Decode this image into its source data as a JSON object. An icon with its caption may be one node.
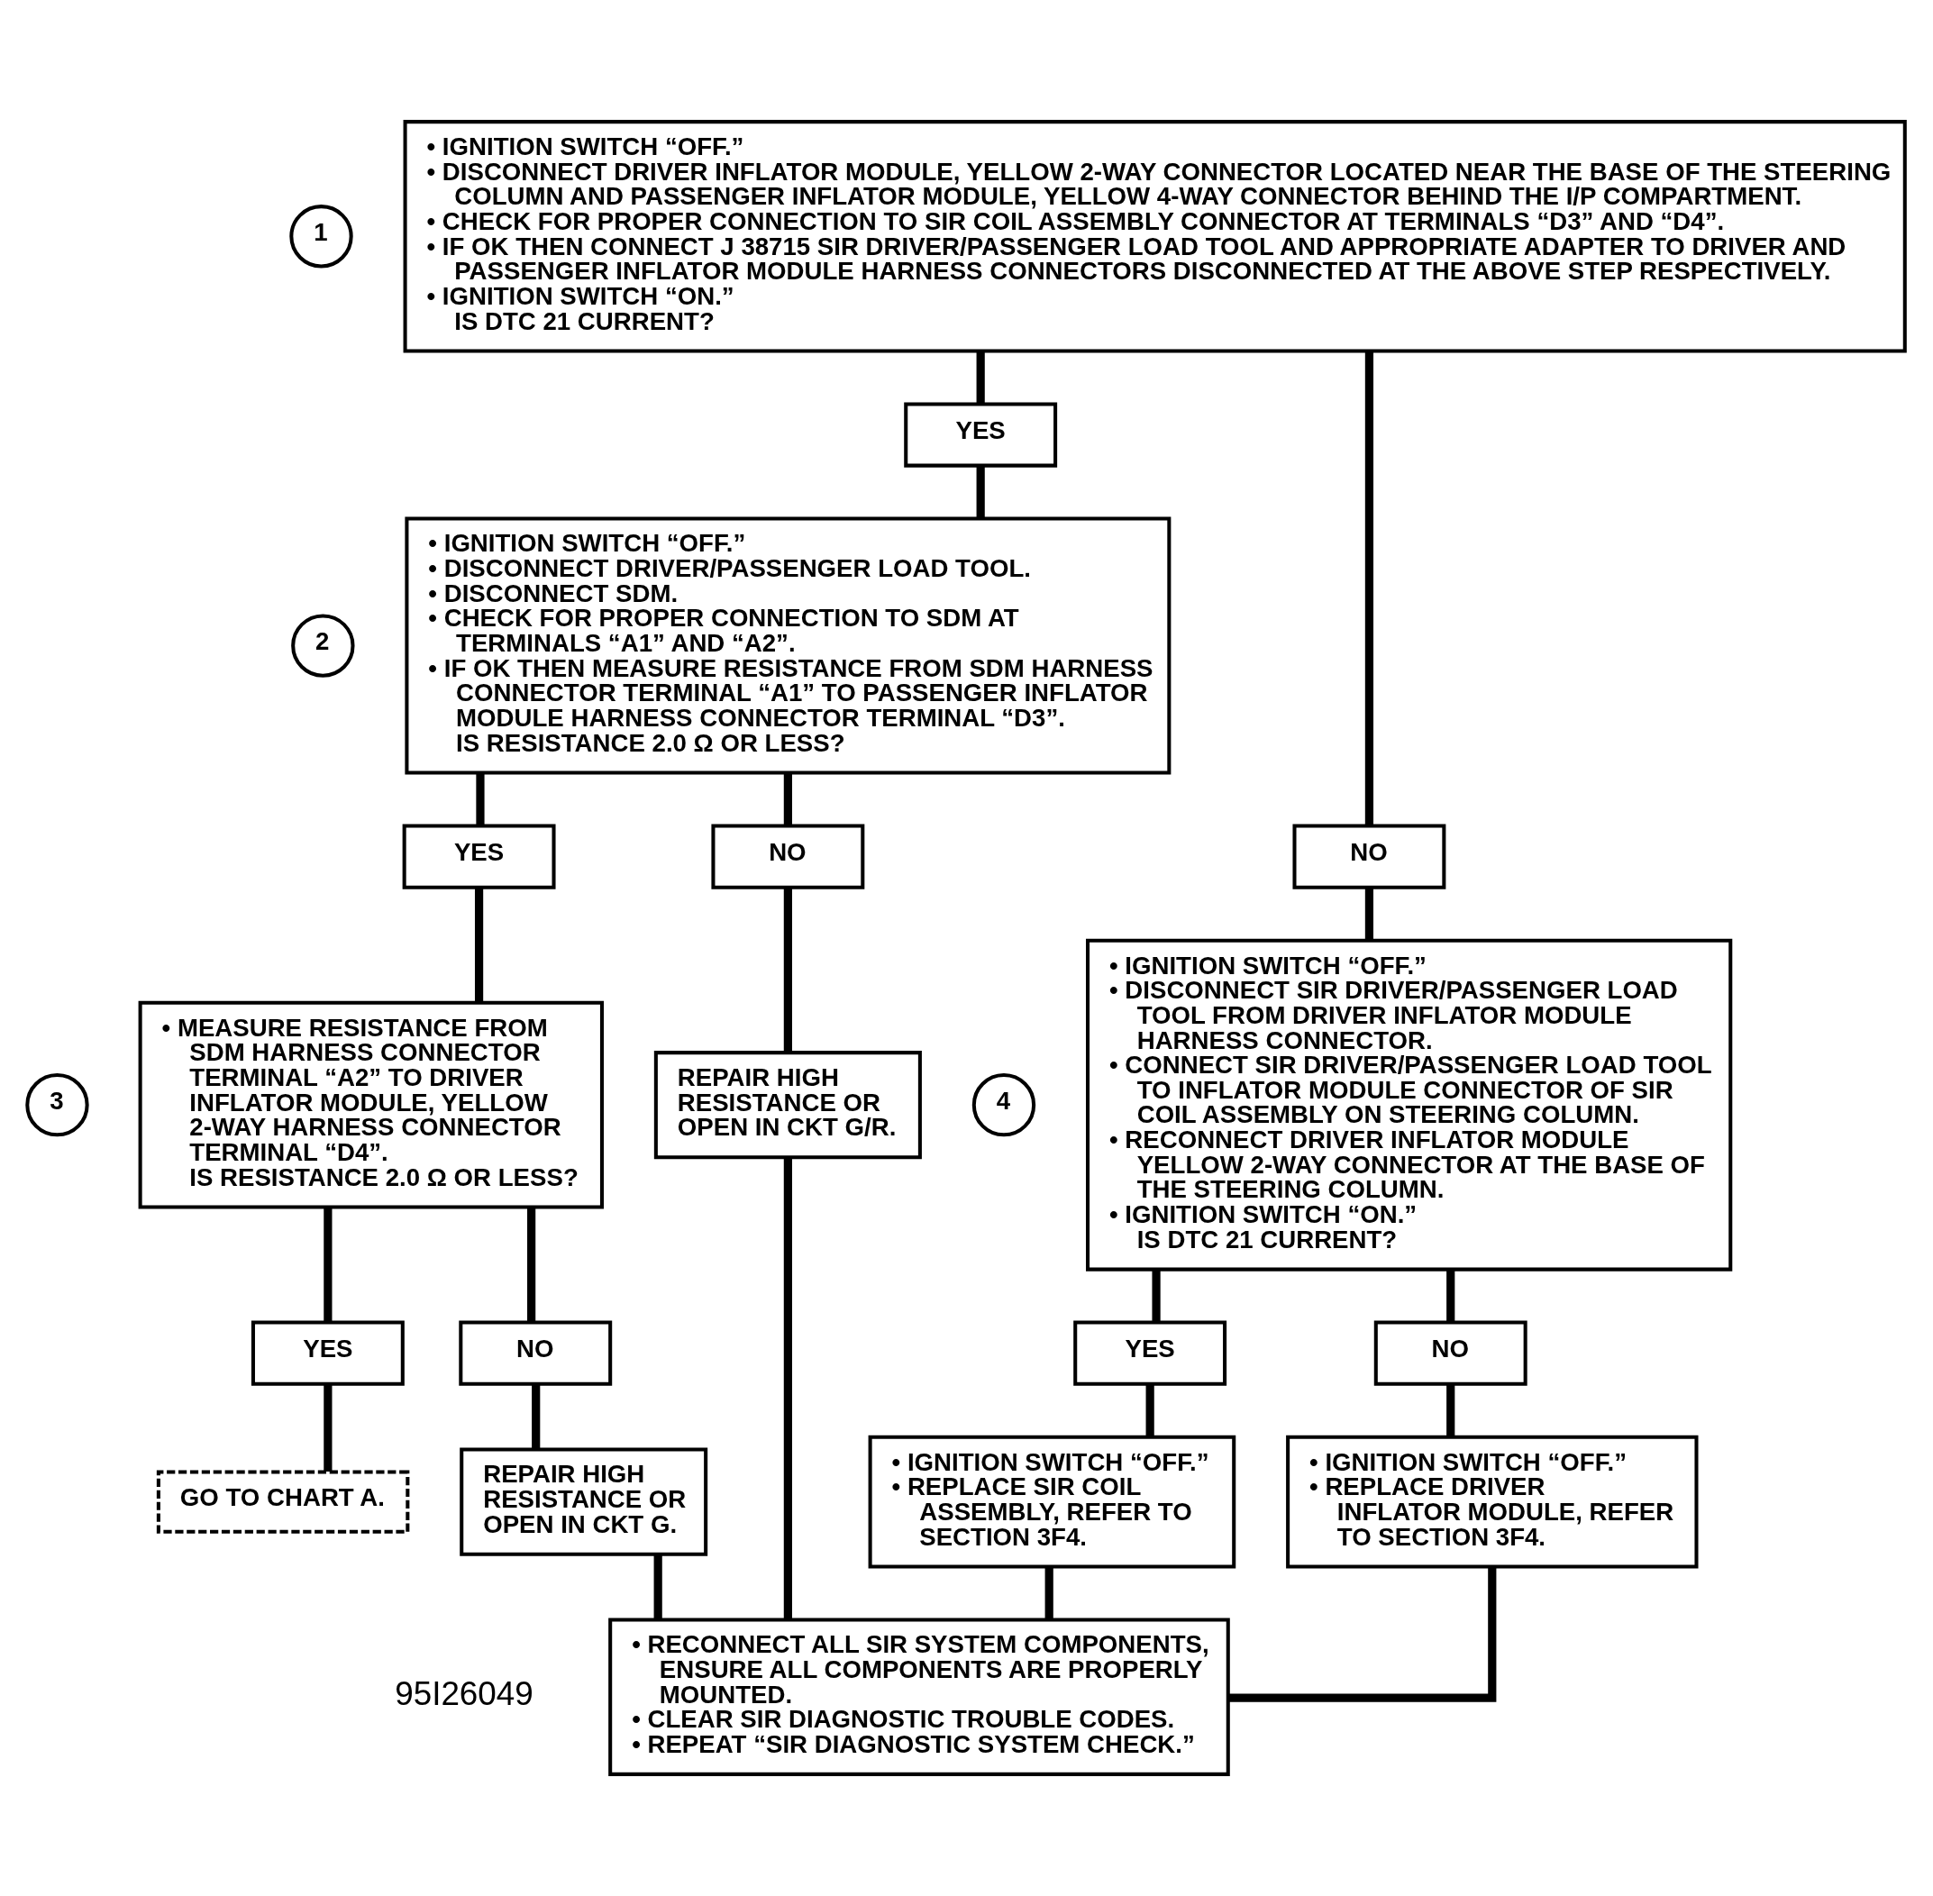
{
  "diagram": {
    "nodes": [
      {
        "text": [
          "1"
        ]
      },
      {
        "text": [
          "• IGNITION SWITCH “OFF.”",
          "• DISCONNECT DRIVER INFLATOR MODULE, YELLOW 2-WAY CONNECTOR LOCATED NEAR THE BASE OF THE STEERING COLUMN AND PASSENGER INFLATOR MODULE, YELLOW 4-WAY CONNECTOR BEHIND THE I/P COMPARTMENT.",
          "• CHECK FOR PROPER CONNECTION TO SIR COIL ASSEMBLY CONNECTOR AT TERMINALS “D3” AND “D4”.",
          "• IF OK THEN CONNECT J 38715 SIR DRIVER/PASSENGER LOAD TOOL AND APPROPRIATE ADAPTER TO DRIVER AND PASSENGER INFLATOR MODULE HARNESS CONNECTORS DISCONNECTED AT THE ABOVE STEP RESPECTIVELY.",
          "• IGNITION SWITCH “ON.”",
          "IS DTC 21 CURRENT?"
        ]
      },
      {
        "text": [
          "YES"
        ]
      },
      {
        "text": [
          "NO"
        ]
      },
      {
        "text": [
          "2"
        ]
      },
      {
        "text": [
          "• IGNITION SWITCH “OFF.”",
          "• DISCONNECT DRIVER/PASSENGER LOAD TOOL.",
          "• DISCONNECT SDM.",
          "• CHECK FOR PROPER CONNECTION TO SDM AT TERMINALS “A1” AND “A2”.",
          "• IF OK THEN MEASURE RESISTANCE FROM SDM HARNESS CONNECTOR TERMINAL “A1” TO PASSENGER INFLATOR MODULE HARNESS CONNECTOR TERMINAL “D3”.",
          "IS RESISTANCE 2.0 Ω OR LESS?"
        ]
      },
      {
        "text": [
          "4"
        ]
      },
      {
        "text": [
          "• IGNITION SWITCH “OFF.”",
          "• DISCONNECT SIR DRIVER/PASSENGER LOAD TOOL FROM DRIVER INFLATOR MODULE HARNESS CONNECTOR.",
          "• CONNECT SIR DRIVER/PASSENGER LOAD TOOL TO INFLATOR MODULE CONNECTOR OF SIR COIL ASSEMBLY ON STEERING COLUMN.",
          "• RECONNECT DRIVER INFLATOR MODULE YELLOW 2-WAY CONNECTOR AT THE BASE OF THE STEERING COLUMN.",
          "• IGNITION SWITCH “ON.”",
          "IS DTC 21 CURRENT?"
        ]
      },
      {
        "text": [
          "YES"
        ]
      },
      {
        "text": [
          "NO"
        ]
      },
      {
        "text": [
          "3"
        ]
      },
      {
        "text": [
          "• MEASURE RESISTANCE FROM SDM HARNESS CONNECTOR TERMINAL “A2” TO DRIVER INFLATOR MODULE, YELLOW 2-WAY HARNESS CONNECTOR TERMINAL “D4”.",
          "IS RESISTANCE 2.0 Ω OR LESS?"
        ]
      },
      {
        "text": [
          "REPAIR HIGH RESISTANCE OR OPEN IN CKT G/R."
        ]
      },
      {
        "text": [
          "YES"
        ]
      },
      {
        "text": [
          "NO"
        ]
      },
      {
        "text": [
          "• IGNITION SWITCH “OFF.”",
          "• REPLACE SIR COIL ASSEMBLY, REFER TO SECTION 3F4."
        ]
      },
      {
        "text": [
          "• IGNITION SWITCH “OFF.”",
          "• REPLACE DRIVER INFLATOR MODULE, REFER TO SECTION 3F4."
        ]
      },
      {
        "text": [
          "YES"
        ]
      },
      {
        "text": [
          "NO"
        ]
      },
      {
        "text": [
          "GO TO CHART A."
        ]
      },
      {
        "text": [
          "REPAIR HIGH RESISTANCE OR OPEN IN CKT G."
        ]
      },
      {
        "text": [
          "• RECONNECT ALL SIR SYSTEM COMPONENTS, ENSURE ALL COMPONENTS ARE PROPERLY MOUNTED.",
          "• CLEAR SIR DIAGNOSTIC TROUBLE CODES.",
          "• REPEAT “SIR DIAGNOSTIC SYSTEM CHECK.”"
        ]
      }
    ],
    "edges": [
      {
        "from": 1,
        "to": 2,
        "arrow": "none"
      },
      {
        "from": 1,
        "to": 3,
        "arrow": "none"
      },
      {
        "from": 2,
        "to": 5,
        "arrow": "none"
      },
      {
        "from": 3,
        "to": 7,
        "arrow": "none"
      },
      {
        "from": 5,
        "to": 8,
        "arrow": "none"
      },
      {
        "from": 5,
        "to": 9,
        "arrow": "none"
      },
      {
        "from": 8,
        "to": 11,
        "arrow": "none"
      },
      {
        "from": 9,
        "to": 12,
        "arrow": "none"
      },
      {
        "from": 7,
        "to": 13,
        "arrow": "none"
      },
      {
        "from": 7,
        "to": 14,
        "arrow": "none"
      },
      {
        "from": 13,
        "to": 15,
        "arrow": "none"
      },
      {
        "from": 14,
        "to": 16,
        "arrow": "none"
      },
      {
        "from": 11,
        "to": 17,
        "arrow": "none"
      },
      {
        "from": 11,
        "to": 18,
        "arrow": "none"
      },
      {
        "from": 17,
        "to": 19,
        "arrow": "none"
      },
      {
        "from": 18,
        "to": 20,
        "arrow": "none"
      },
      {
        "from": 12,
        "to": 21,
        "arrow": "none"
      },
      {
        "from": 15,
        "to": 21,
        "arrow": "none"
      },
      {
        "from": 16,
        "to": 21,
        "arrow": "none"
      },
      {
        "from": 20,
        "to": 21,
        "arrow": "none"
      }
    ],
    "labels": [
      "95I26049"
    ]
  }
}
